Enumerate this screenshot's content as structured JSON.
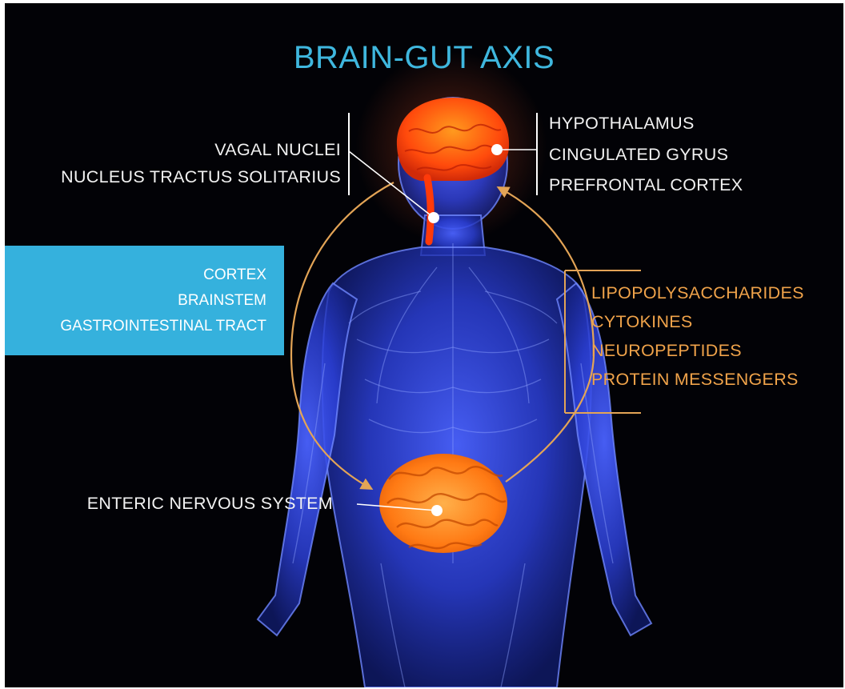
{
  "title": "BRAIN-GUT AXIS",
  "labels": {
    "vagal_nuclei": "VAGAL NUCLEI",
    "nucleus_tractus_solitarius": "NUCLEUS TRACTUS SOLITARIUS",
    "hypothalamus": "HYPOTHALAMUS",
    "cingulated_gyrus": "CINGULATED GYRUS",
    "prefrontal_cortex": "PREFRONTAL CORTEX",
    "enteric_nervous_system": "ENTERIC NERVOUS SYSTEM"
  },
  "blue_box": {
    "items": [
      "CORTEX",
      "BRAINSTEM",
      "GASTROINTESTINAL TRACT"
    ]
  },
  "messengers": [
    "LIPOPOLYSACCHARIDES",
    "CYTOKINES",
    "NEUROPEPTIDES",
    "PROTEIN MESSENGERS"
  ],
  "colors": {
    "background": "#020206",
    "title": "#3fb7de",
    "body": "#2a3fd0",
    "organ": "#ff7a14",
    "arrow": "#e3a456",
    "label_white": "#f2f2f2",
    "label_orange": "#f0a34a",
    "box": "#35b1dd"
  }
}
